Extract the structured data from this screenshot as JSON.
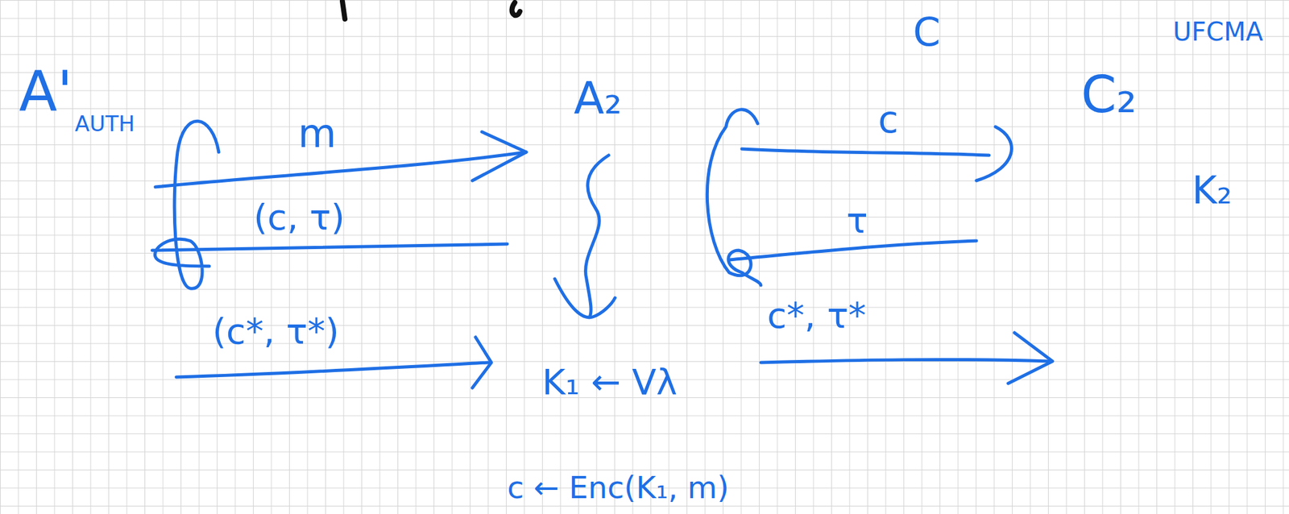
{
  "diagram": {
    "labels": [
      "A'",
      "AUTH",
      "m",
      "(c, τ)",
      "(c*, τ*)",
      "A₂",
      "K₁ ← Vλ",
      "c ← Enc(K₁, m)",
      "C",
      "c",
      "τ",
      "c*, τ*",
      "C₂",
      "UFCMA",
      "K₂"
    ]
  }
}
